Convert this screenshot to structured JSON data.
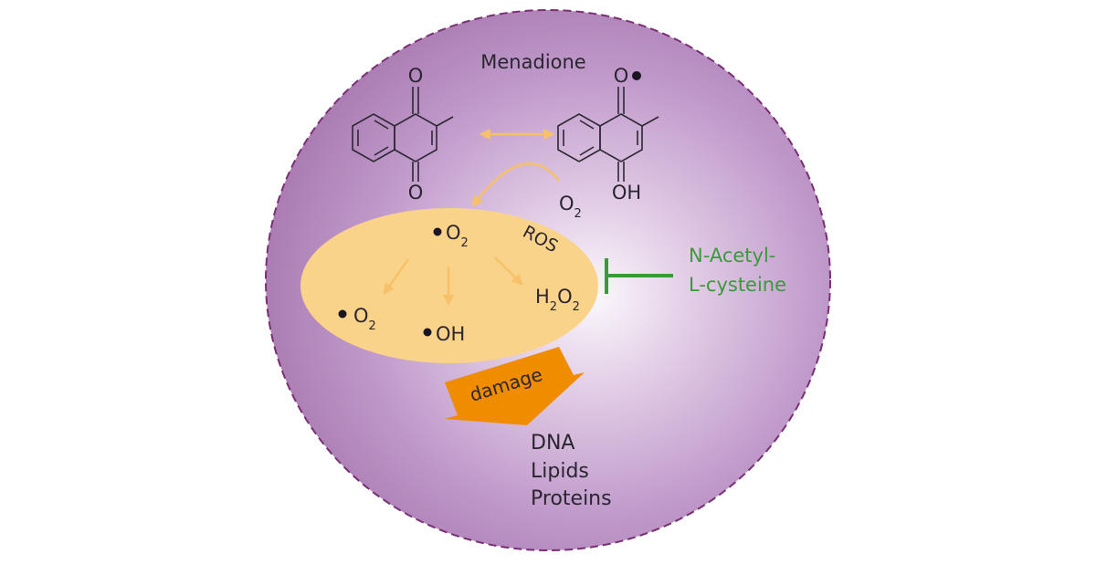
{
  "title": "Menadione",
  "oxygen_label": "O",
  "hydroxyl_label": "OH",
  "radical_oxygen_label": "O",
  "o2": {
    "base": "O",
    "sub": "2"
  },
  "ros": {
    "label": "ROS",
    "superoxide": {
      "base": "O",
      "sub": "2"
    },
    "superoxide_product": {
      "base": "O",
      "sub": "2"
    },
    "hydroxyl": "OH",
    "peroxide": {
      "h": "H",
      "h_sub": "2",
      "o": "O",
      "o_sub": "2"
    }
  },
  "inhibitor": {
    "line1": "N-Acetyl-",
    "line2": "L-cysteine"
  },
  "damage_label": "damage",
  "targets": [
    "DNA",
    "Lipids",
    "Proteins"
  ],
  "colors": {
    "cell_edge": "#ab7db3",
    "cell_center": "#fbf8fc",
    "cell_border": "#7a2e73",
    "ros_fill": "#fad38b",
    "arrow_light": "#f6c169",
    "damage_arrow": "#f08c00",
    "inhibitor": "#3a9a3a",
    "structure": "#2d2733"
  }
}
